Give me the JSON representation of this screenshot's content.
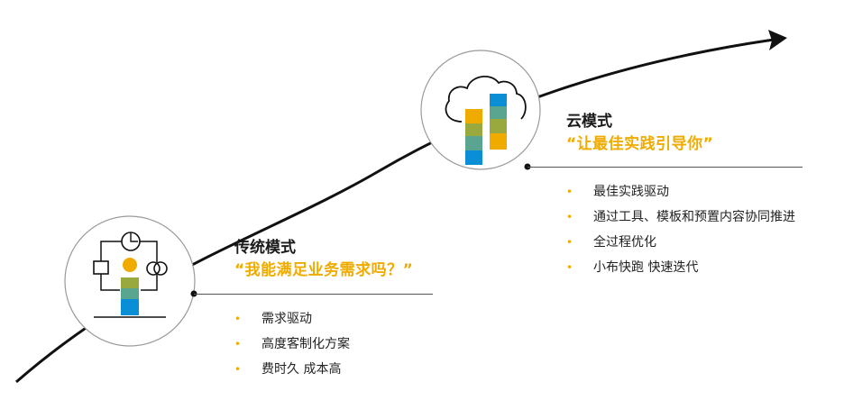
{
  "traditional": {
    "title": "传统模式",
    "slogan": "“我能满足业务需求吗？”",
    "bullets": [
      "需求驱动",
      "高度客制化方案",
      "费时久 成本高"
    ],
    "icon": "person-with-process-diagram-icon"
  },
  "cloud": {
    "title": "云模式",
    "slogan": "“让最佳实践引导你”",
    "bullets": [
      "最佳实践驱动",
      "通过工具、模板和预置内容协同推进",
      "全过程优化",
      "小布快跑 快速迭代"
    ],
    "icon": "cloud-with-building-blocks-icon"
  },
  "colors": {
    "accent": "#f0ab00",
    "line": "#111111",
    "blue": "#0a8fd6",
    "teal": "#5aa58f",
    "olive": "#9aa93e",
    "gray": "#6b6b6b"
  }
}
